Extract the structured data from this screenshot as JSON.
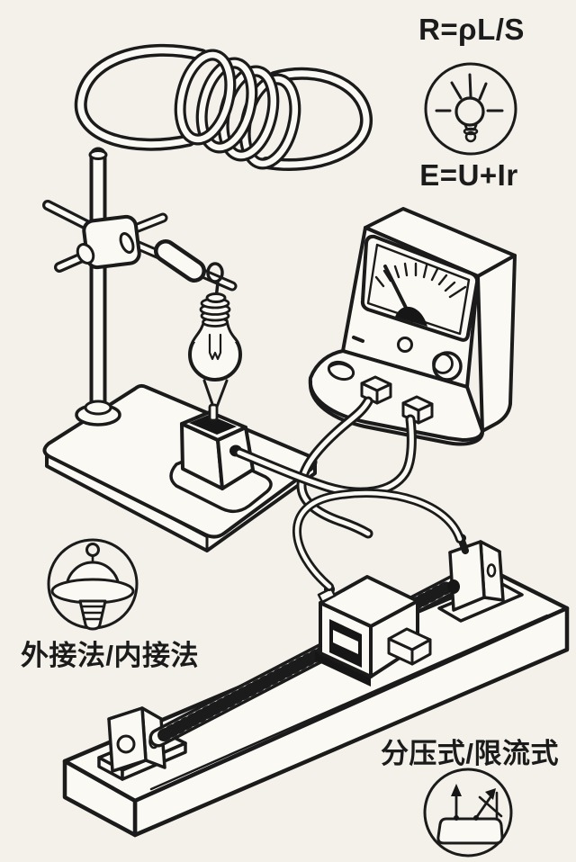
{
  "scene": {
    "background_color": "#f4f1ea",
    "ink_color": "#1b1b1b",
    "texts": {
      "formula_resistance": "R=ρL/S",
      "formula_emf": "E=U+Ir",
      "label_measure_methods": "外接法/内接法",
      "label_rheostat_modes": "分压式/限流式"
    },
    "icons": [
      {
        "name": "glowing-bulb-icon",
        "position": "top-right"
      },
      {
        "name": "saturn-bulb-icon",
        "position": "middle-left"
      },
      {
        "name": "rheostat-arrows-icon",
        "position": "bottom-right"
      }
    ],
    "objects": [
      {
        "name": "resistance-wire-coil"
      },
      {
        "name": "retort-stand-with-bulb"
      },
      {
        "name": "analog-meter"
      },
      {
        "name": "sliding-rheostat"
      }
    ]
  }
}
